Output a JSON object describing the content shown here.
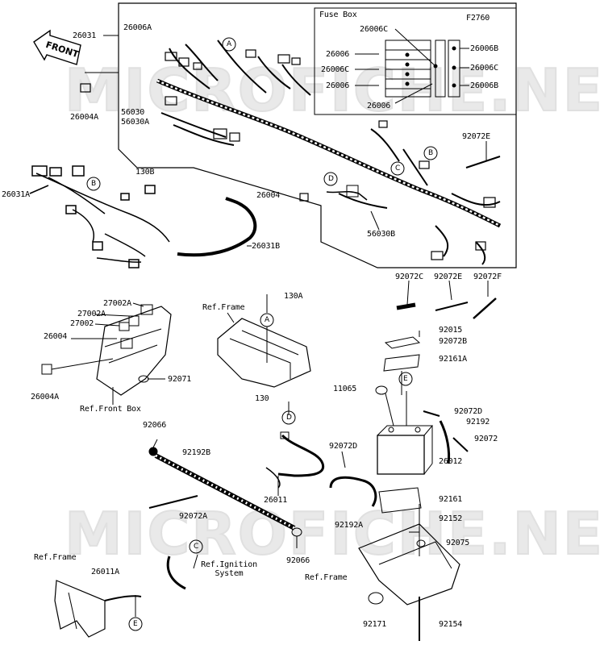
{
  "figure_id": "F2760",
  "fuse_box_title": "Fuse Box",
  "front_label": "FRONT",
  "watermark": "MICROFICHE.NET",
  "ref_frame": "Ref.Frame",
  "ref_front_box": "Ref.Front Box",
  "ref_ignition": "Ref.Ignition System",
  "callouts": {
    "a": "A",
    "b": "B",
    "c": "C",
    "d": "D",
    "e": "E"
  },
  "parts": {
    "p26031": "26031",
    "p26006A": "26006A",
    "p26004A_top": "26004A",
    "p56030": "56030",
    "p56030A": "56030A",
    "p26006C_top": "26006C",
    "p26006_1": "26006",
    "p26006C_2": "26006C",
    "p26006_2": "26006",
    "p26006_3": "26006",
    "p26006B_1": "26006B",
    "p26006C_r": "26006C",
    "p26006B_2": "26006B",
    "p92072E_top": "92072E",
    "p26031A": "26031A",
    "p130B": "130B",
    "p26004_mid": "26004",
    "p56030B": "56030B",
    "p26031B": "26031B",
    "p92072C": "92072C",
    "p92072E": "92072E",
    "p92072F": "92072F",
    "p27002A_1": "27002A",
    "p27002A_2": "27002A",
    "p27002": "27002",
    "p26004_left": "26004",
    "p26004A_left": "26004A",
    "p92071": "92071",
    "p130A": "130A",
    "p92015": "92015",
    "p92072B": "92072B",
    "p92161A": "92161A",
    "p11065": "11065",
    "p130": "130",
    "p92072D_r": "92072D",
    "p92192": "92192",
    "p92072": "92072",
    "p92066_top": "92066",
    "p92192B": "92192B",
    "p92072D": "92072D",
    "p26012": "26012",
    "p26011": "26011",
    "p92072A": "92072A",
    "p92161": "92161",
    "p92192A": "92192A",
    "p92152": "92152",
    "p92075": "92075",
    "p92066_bot": "92066",
    "p26011A": "26011A",
    "p92171": "92171",
    "p92154": "92154"
  }
}
